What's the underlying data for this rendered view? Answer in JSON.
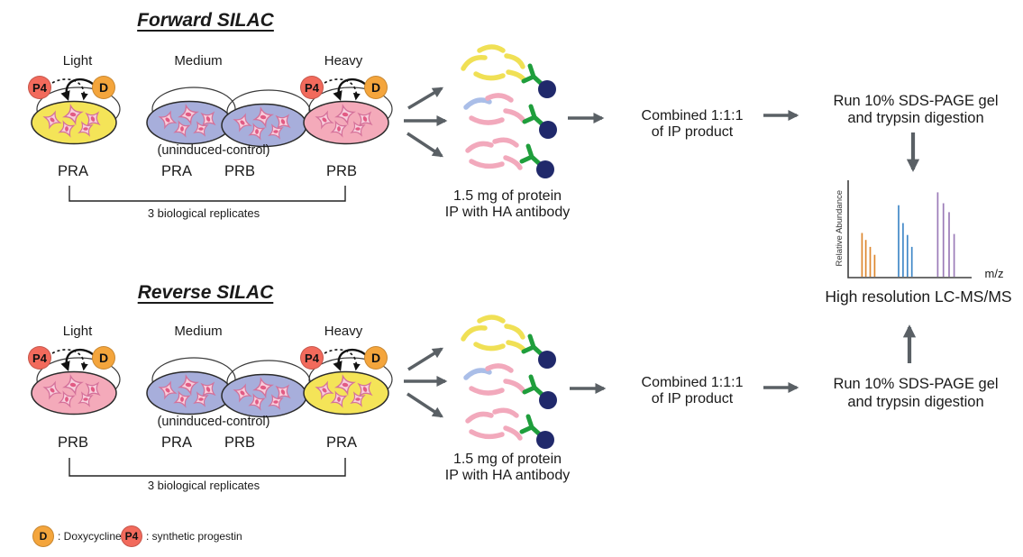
{
  "colors": {
    "arrow_gray": "#5a6065",
    "dish_yellow": "#f4e458",
    "dish_blue": "#a7aedb",
    "dish_pink": "#f4aaba",
    "cell_pink": "#f8cedc",
    "badge_p4": "#f26a5c",
    "badge_d": "#f4a53c",
    "antibody_green": "#1f9e3c",
    "bead_navy": "#20296b",
    "protein_yellow": "#f0e055",
    "protein_blue": "#aabee8",
    "protein_pink": "#f2a9bc"
  },
  "badges": {
    "p4": "P4",
    "d": "D"
  },
  "rows": [
    {
      "title": "Forward SILAC",
      "labels": {
        "light": "Light",
        "medium": "Medium",
        "heavy": "Heavy"
      },
      "uninduced": "(uninduced-control)",
      "cell_lines": [
        "PRA",
        "PRA",
        "PRB",
        "PRB"
      ],
      "replicates": "3 biological replicates",
      "ip_line1": "1.5 mg of protein",
      "ip_line2": "IP with HA antibody",
      "combined_line1": "Combined 1:1:1",
      "combined_line2": "of IP product",
      "gel_line1": "Run 10% SDS-PAGE gel",
      "gel_line2": "and trypsin digestion"
    },
    {
      "title": "Reverse SILAC",
      "labels": {
        "light": "Light",
        "medium": "Medium",
        "heavy": "Heavy"
      },
      "uninduced": "(uninduced-control)",
      "cell_lines": [
        "PRB",
        "PRA",
        "PRB",
        "PRA"
      ],
      "replicates": "3 biological replicates",
      "ip_line1": "1.5 mg of protein",
      "ip_line2": "IP with HA antibody",
      "combined_line1": "Combined 1:1:1",
      "combined_line2": "of IP product",
      "gel_line1": "Run 10% SDS-PAGE gel",
      "gel_line2": "and trypsin digestion"
    }
  ],
  "spectrum": {
    "ylabel": "Relative Abundance",
    "xlabel": "m/z",
    "caption": "High resolution LC-MS/MS"
  },
  "chart_data": {
    "type": "stem",
    "title": "High resolution LC-MS/MS",
    "xlabel": "m/z",
    "ylabel": "Relative Abundance",
    "xlim": [
      0,
      1
    ],
    "ylim": [
      0,
      1
    ],
    "grid": false,
    "axis_tick_labels": "none",
    "series": [
      {
        "name": "orange cluster",
        "color": "#dd872f",
        "x_frac": [
          0.11,
          0.14,
          0.175,
          0.21
        ],
        "heights": [
          0.45,
          0.38,
          0.31,
          0.23
        ]
      },
      {
        "name": "blue cluster",
        "color": "#4289c8",
        "x_frac": [
          0.4,
          0.435,
          0.47,
          0.505
        ],
        "heights": [
          0.73,
          0.55,
          0.43,
          0.31
        ]
      },
      {
        "name": "purple cluster",
        "color": "#9c7cb8",
        "x_frac": [
          0.71,
          0.755,
          0.8,
          0.84
        ],
        "heights": [
          0.86,
          0.75,
          0.66,
          0.44
        ]
      }
    ]
  },
  "legend": {
    "d_label": "D",
    "d_desc": ": Doxycycline",
    "p4_label": "P4",
    "p4_desc": ": synthetic progestin"
  }
}
